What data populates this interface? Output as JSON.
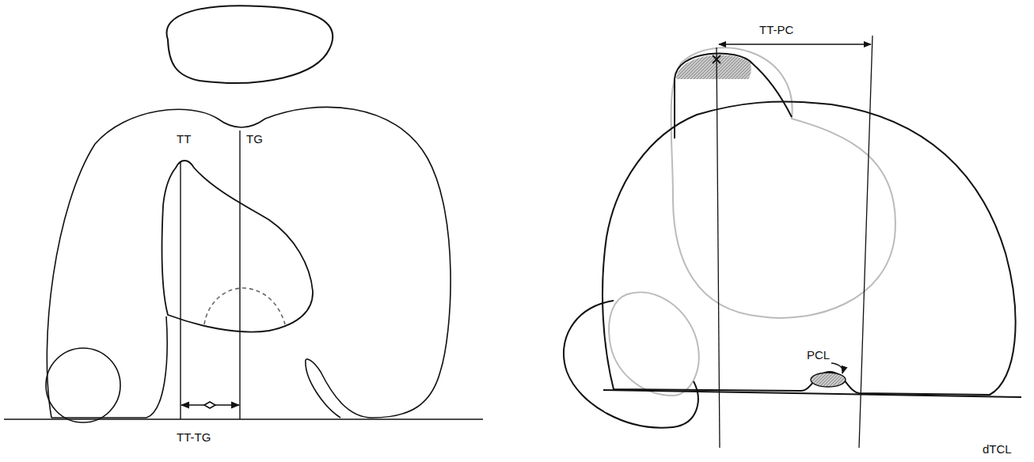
{
  "diagram": {
    "labels": [
      "TT",
      "TG",
      "TT-TG",
      "TT-PC",
      "PCL",
      "dTCL"
    ]
  }
}
